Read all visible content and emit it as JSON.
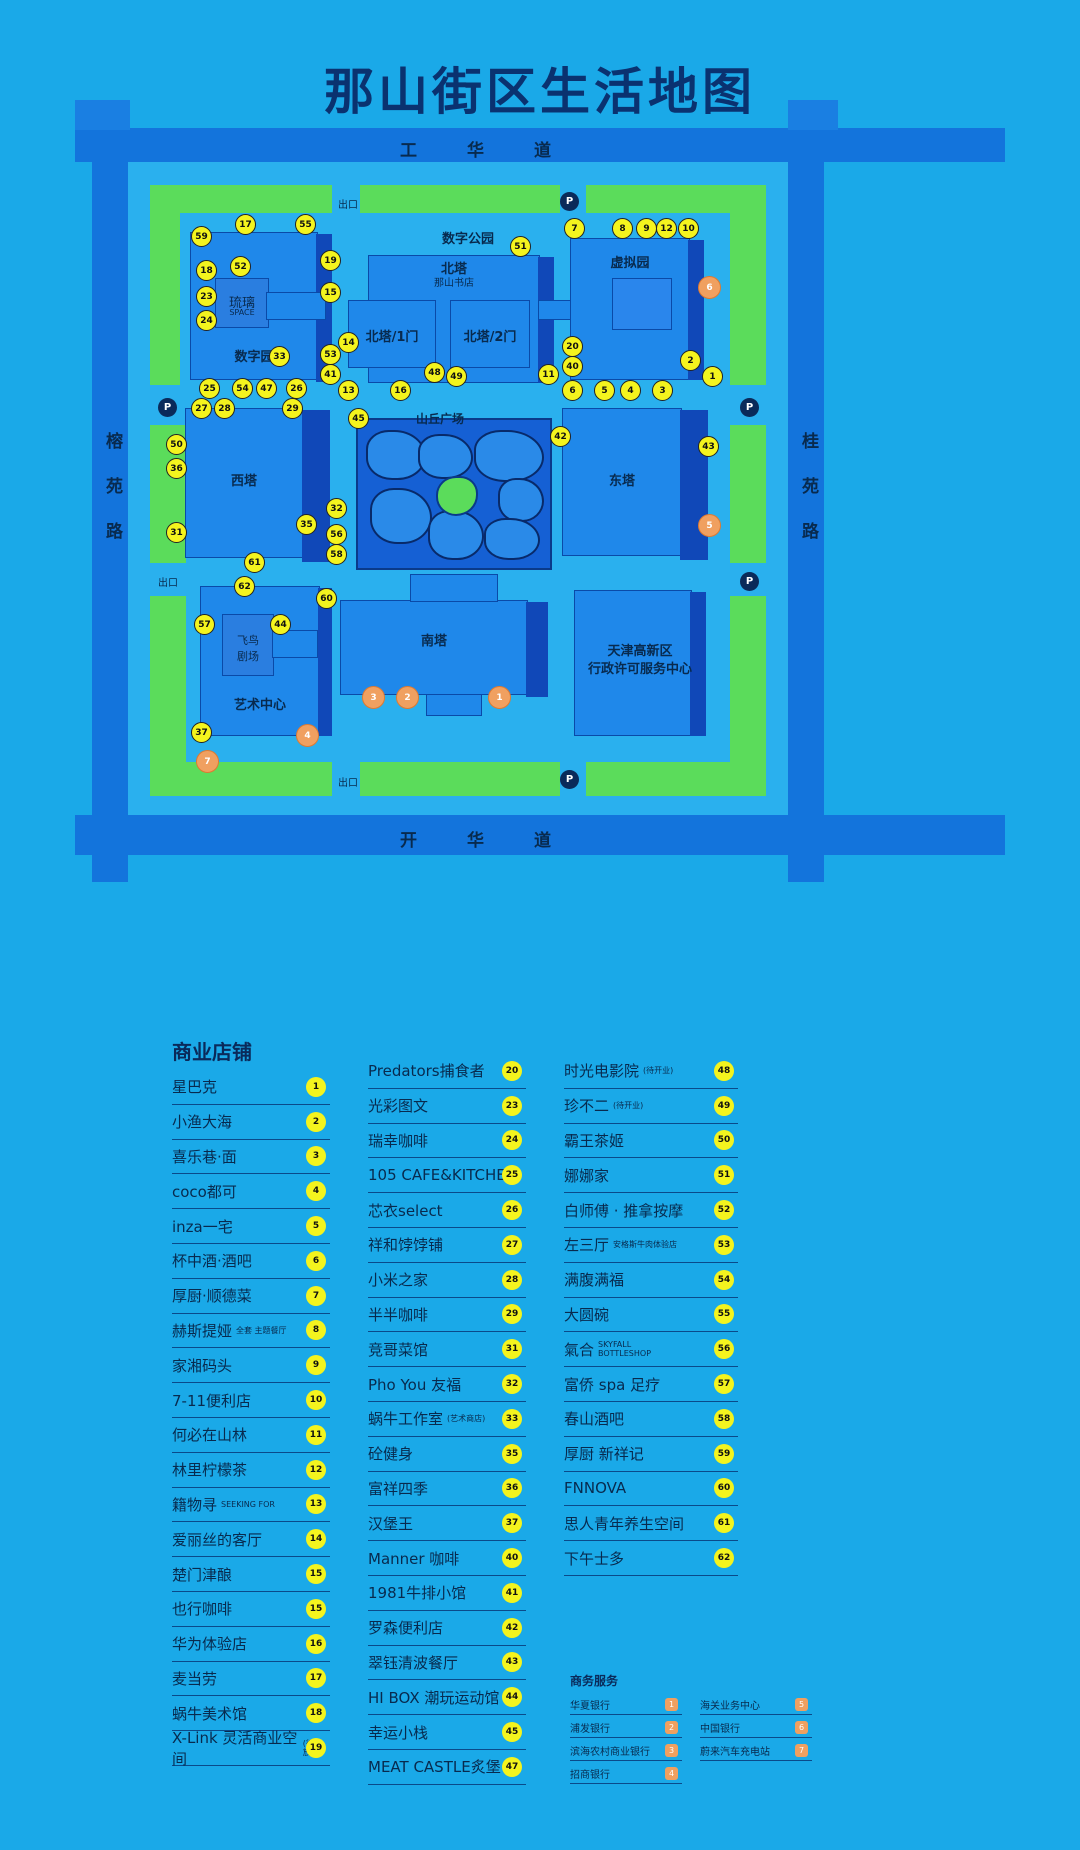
{
  "title": "那山街区生活地图",
  "roads": {
    "top": "工华道",
    "bottom": "开华道",
    "left": "榕苑路",
    "right": "桂苑路"
  },
  "buildings": {
    "digital_garden": "数字园",
    "glass_space": "琉璃",
    "glass_space_sub": "SPACE",
    "north_tower": "北塔",
    "north_tower_sub": "那山书店",
    "north_gate1": "北塔/1门",
    "north_gate2": "北塔/2门",
    "digital_park": "数字公园",
    "virtual_garden": "虚拟园",
    "west_tower": "西塔",
    "mountain_plaza": "山丘广场",
    "east_tower": "东塔",
    "south_tower": "南塔",
    "art_center": "艺术中心",
    "theater_l1": "飞鸟",
    "theater_l2": "剧场",
    "admin_l1": "天津高新区",
    "admin_l2": "行政许可服务中心"
  },
  "exit_label": "出口",
  "parking_label": "P",
  "pins": {
    "p59": "59",
    "p17": "17",
    "p55": "55",
    "p18": "18",
    "p52": "52",
    "p23": "23",
    "p24": "24",
    "p33": "33",
    "p19": "19",
    "p15": "15",
    "p14": "14",
    "p53": "53",
    "p41": "41",
    "p13": "13",
    "p16": "16",
    "p48": "48",
    "p49": "49",
    "p11": "11",
    "p51": "51",
    "p7": "7",
    "p8": "8",
    "p9": "9",
    "p12": "12",
    "p10": "10",
    "p20": "20",
    "p40": "40",
    "p2": "2",
    "p1": "1",
    "p6": "6",
    "p5": "5",
    "p4": "4",
    "p3": "3",
    "p25": "25",
    "p54": "54",
    "p47": "47",
    "p26": "26",
    "p27": "27",
    "p28": "28",
    "p29": "29",
    "p45": "45",
    "p42": "42",
    "p43": "43",
    "p50": "50",
    "p36": "36",
    "p31": "31",
    "p32": "32",
    "p35": "35",
    "p56": "56",
    "p58": "58",
    "p61": "61",
    "p62": "62",
    "p60": "60",
    "p57": "57",
    "p44": "44",
    "p37": "37"
  },
  "svc_pins": {
    "s6": "6",
    "s5": "5",
    "s3": "3",
    "s2": "2",
    "s1": "1",
    "s4": "4",
    "s7": "7"
  },
  "shops": {
    "heading": "商业店铺",
    "col1": [
      {
        "name": "星巴克",
        "num": "1"
      },
      {
        "name": "小渔大海",
        "num": "2"
      },
      {
        "name": "喜乐巷·面",
        "num": "3"
      },
      {
        "name": "coco都可",
        "num": "4"
      },
      {
        "name": "inza一宅",
        "num": "5"
      },
      {
        "name": "杯中酒·酒吧",
        "num": "6"
      },
      {
        "name": "厚厨·顺德菜",
        "num": "7"
      },
      {
        "name": "赫斯提娅",
        "num": "8",
        "note": "全套 主题餐厅"
      },
      {
        "name": "家湘码头",
        "num": "9"
      },
      {
        "name": "7-11便利店",
        "num": "10"
      },
      {
        "name": "何必在山林",
        "num": "11"
      },
      {
        "name": "林里柠檬茶",
        "num": "12"
      },
      {
        "name": "籍物寻",
        "num": "13",
        "note": "SEEKING FOR"
      },
      {
        "name": "爱丽丝的客厅",
        "num": "14"
      },
      {
        "name": "楚门津酿",
        "num": "15"
      },
      {
        "name": "也行咖啡",
        "num": "15"
      },
      {
        "name": "华为体验店",
        "num": "16"
      },
      {
        "name": "麦当劳",
        "num": "17"
      },
      {
        "name": "蜗牛美术馆",
        "num": "18"
      },
      {
        "name": "X-Link 灵活商业空间",
        "num": "19",
        "note": "(待开放)"
      }
    ],
    "col2": [
      {
        "name": "Predators捕食者",
        "num": "20"
      },
      {
        "name": "光彩图文",
        "num": "23"
      },
      {
        "name": "瑞幸咖啡",
        "num": "24"
      },
      {
        "name": "105 CAFE&KITCHEN",
        "num": "25"
      },
      {
        "name": "芯衣select",
        "num": "26"
      },
      {
        "name": "祥和饽饽铺",
        "num": "27"
      },
      {
        "name": "小米之家",
        "num": "28"
      },
      {
        "name": "半半咖啡",
        "num": "29"
      },
      {
        "name": "竞哥菜馆",
        "num": "31"
      },
      {
        "name": "Pho You 友福",
        "num": "32"
      },
      {
        "name": "蜗牛工作室",
        "num": "33",
        "note": "(艺术商店)"
      },
      {
        "name": "砼健身",
        "num": "35"
      },
      {
        "name": "富祥四季",
        "num": "36"
      },
      {
        "name": "汉堡王",
        "num": "37"
      },
      {
        "name": "Manner 咖啡",
        "num": "40"
      },
      {
        "name": "1981牛排小馆",
        "num": "41"
      },
      {
        "name": "罗森便利店",
        "num": "42"
      },
      {
        "name": "翠钰清波餐厅",
        "num": "43"
      },
      {
        "name": "HI BOX 潮玩运动馆",
        "num": "44"
      },
      {
        "name": "幸运小栈",
        "num": "45"
      },
      {
        "name": "MEAT CASTLE炙堡",
        "num": "47"
      }
    ],
    "col3": [
      {
        "name": "时光电影院",
        "num": "48",
        "note": "(待开业)"
      },
      {
        "name": "珍不二",
        "num": "49",
        "note": "(待开业)"
      },
      {
        "name": "霸王茶姬",
        "num": "50"
      },
      {
        "name": "娜娜家",
        "num": "51"
      },
      {
        "name": "白师傅 · 推拿按摩",
        "num": "52"
      },
      {
        "name": "左三厅",
        "num": "53",
        "note": "安格斯牛肉体验店"
      },
      {
        "name": "满腹满福",
        "num": "54"
      },
      {
        "name": "大圆碗",
        "num": "55"
      },
      {
        "name": "氣合",
        "num": "56",
        "note": "SKYFALL BOTTLESHOP"
      },
      {
        "name": "富侨 spa 足疗",
        "num": "57"
      },
      {
        "name": "春山酒吧",
        "num": "58"
      },
      {
        "name": "厚厨 新祥记",
        "num": "59"
      },
      {
        "name": "FNNOVA",
        "num": "60"
      },
      {
        "name": "思人青年养生空间",
        "num": "61"
      },
      {
        "name": "下午士多",
        "num": "62"
      }
    ]
  },
  "services": {
    "heading": "商务服务",
    "left": [
      {
        "name": "华夏银行",
        "num": "1"
      },
      {
        "name": "浦发银行",
        "num": "2"
      },
      {
        "name": "滨海农村商业银行",
        "num": "3"
      },
      {
        "name": "招商银行",
        "num": "4"
      }
    ],
    "right": [
      {
        "name": "海关业务中心",
        "num": "5"
      },
      {
        "name": "中国银行",
        "num": "6"
      },
      {
        "name": "蔚来汽车充电站",
        "num": "7"
      }
    ]
  },
  "colors": {
    "background": "#1aa9e8",
    "road": "#1374dc",
    "green": "#5bdc5b",
    "building": "#1f88ea",
    "shop_pin": "#f4f41e",
    "service_pin": "#f0a060"
  }
}
